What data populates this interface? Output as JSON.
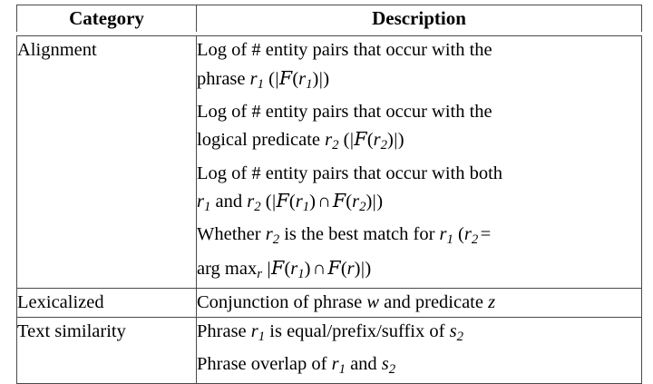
{
  "document": {
    "type": "academic-table",
    "background_color": "#ffffff",
    "text_color": "#000000",
    "rule_color": "#4a4a4a"
  },
  "table": {
    "columns": [
      {
        "key": "category",
        "header": "Category"
      },
      {
        "key": "description",
        "header": "Description"
      }
    ],
    "rows": [
      {
        "category": "Alignment",
        "lines": [
          {
            "id": "align-1",
            "segments": [
              {
                "text": "Log of # entity pairs that occur with the"
              }
            ]
          },
          {
            "id": "align-2",
            "segments": [
              {
                "text": "phrase "
              },
              {
                "text": "r",
                "style": "var"
              },
              {
                "text": "1",
                "style": "sub"
              },
              {
                "text": " ("
              },
              {
                "text": "|",
                "style": "bar"
              },
              {
                "text": "F",
                "style": "cal"
              },
              {
                "text": "("
              },
              {
                "text": "r",
                "style": "var"
              },
              {
                "text": "1",
                "style": "sub"
              },
              {
                "text": ")"
              },
              {
                "text": "|",
                "style": "bar"
              },
              {
                "text": ")"
              }
            ]
          },
          {
            "id": "align-3",
            "segments": [
              {
                "text": "Log of # entity pairs that occur with the"
              }
            ]
          },
          {
            "id": "align-4",
            "segments": [
              {
                "text": "logical predicate "
              },
              {
                "text": "r",
                "style": "var"
              },
              {
                "text": "2",
                "style": "sub"
              },
              {
                "text": " ("
              },
              {
                "text": "|",
                "style": "bar"
              },
              {
                "text": "F",
                "style": "cal"
              },
              {
                "text": "("
              },
              {
                "text": "r",
                "style": "var"
              },
              {
                "text": "2",
                "style": "sub"
              },
              {
                "text": ")"
              },
              {
                "text": "|",
                "style": "bar"
              },
              {
                "text": ")"
              }
            ]
          },
          {
            "id": "align-5",
            "segments": [
              {
                "text": "Log of # entity pairs that occur with both"
              }
            ]
          },
          {
            "id": "align-6",
            "segments": [
              {
                "text": "r",
                "style": "var"
              },
              {
                "text": "1",
                "style": "sub"
              },
              {
                "text": " and "
              },
              {
                "text": "r",
                "style": "var"
              },
              {
                "text": "2",
                "style": "sub"
              },
              {
                "text": " ("
              },
              {
                "text": "|",
                "style": "bar"
              },
              {
                "text": "F",
                "style": "cal"
              },
              {
                "text": "("
              },
              {
                "text": "r",
                "style": "var"
              },
              {
                "text": "1",
                "style": "sub"
              },
              {
                "text": ")"
              },
              {
                "text": "∩",
                "style": "cap"
              },
              {
                "text": "F",
                "style": "cal"
              },
              {
                "text": "("
              },
              {
                "text": "r",
                "style": "var"
              },
              {
                "text": "2",
                "style": "sub"
              },
              {
                "text": ")"
              },
              {
                "text": "|",
                "style": "bar"
              },
              {
                "text": ")"
              }
            ]
          },
          {
            "id": "align-7",
            "segments": [
              {
                "text": "Whether "
              },
              {
                "text": "r",
                "style": "var"
              },
              {
                "text": "2",
                "style": "sub"
              },
              {
                "text": " is the best match for "
              },
              {
                "text": "r",
                "style": "var"
              },
              {
                "text": "1",
                "style": "sub"
              },
              {
                "text": " ("
              },
              {
                "text": "r",
                "style": "var"
              },
              {
                "text": "2",
                "style": "sub"
              },
              {
                "text": "=",
                "style": "rel"
              }
            ]
          },
          {
            "id": "align-8",
            "segments": [
              {
                "text": "arg max",
                "style": "op"
              },
              {
                "text": "r",
                "style": "sub"
              },
              {
                "text": " "
              },
              {
                "text": "|",
                "style": "bar"
              },
              {
                "text": "F",
                "style": "cal"
              },
              {
                "text": "("
              },
              {
                "text": "r",
                "style": "var"
              },
              {
                "text": "1",
                "style": "sub"
              },
              {
                "text": ")"
              },
              {
                "text": "∩",
                "style": "cap"
              },
              {
                "text": "F",
                "style": "cal"
              },
              {
                "text": "("
              },
              {
                "text": "r",
                "style": "var"
              },
              {
                "text": ")"
              },
              {
                "text": "|",
                "style": "bar"
              },
              {
                "text": ")"
              }
            ]
          }
        ]
      },
      {
        "category": "Lexicalized",
        "lines": [
          {
            "id": "lex-1",
            "segments": [
              {
                "text": "Conjunction of phrase "
              },
              {
                "text": "w",
                "style": "var"
              },
              {
                "text": " and predicate "
              },
              {
                "text": "z",
                "style": "var"
              }
            ]
          }
        ]
      },
      {
        "category": "Text similarity",
        "lines": [
          {
            "id": "sim-1",
            "segments": [
              {
                "text": "Phrase "
              },
              {
                "text": "r",
                "style": "var"
              },
              {
                "text": "1",
                "style": "sub"
              },
              {
                "text": " is equal/prefix/suffix of "
              },
              {
                "text": "s",
                "style": "var"
              },
              {
                "text": "2",
                "style": "sub"
              }
            ]
          },
          {
            "id": "sim-2",
            "segments": [
              {
                "text": "Phrase overlap of "
              },
              {
                "text": "r",
                "style": "var"
              },
              {
                "text": "1",
                "style": "sub"
              },
              {
                "text": " and "
              },
              {
                "text": "s",
                "style": "var"
              },
              {
                "text": "2",
                "style": "sub"
              }
            ]
          }
        ]
      }
    ]
  }
}
